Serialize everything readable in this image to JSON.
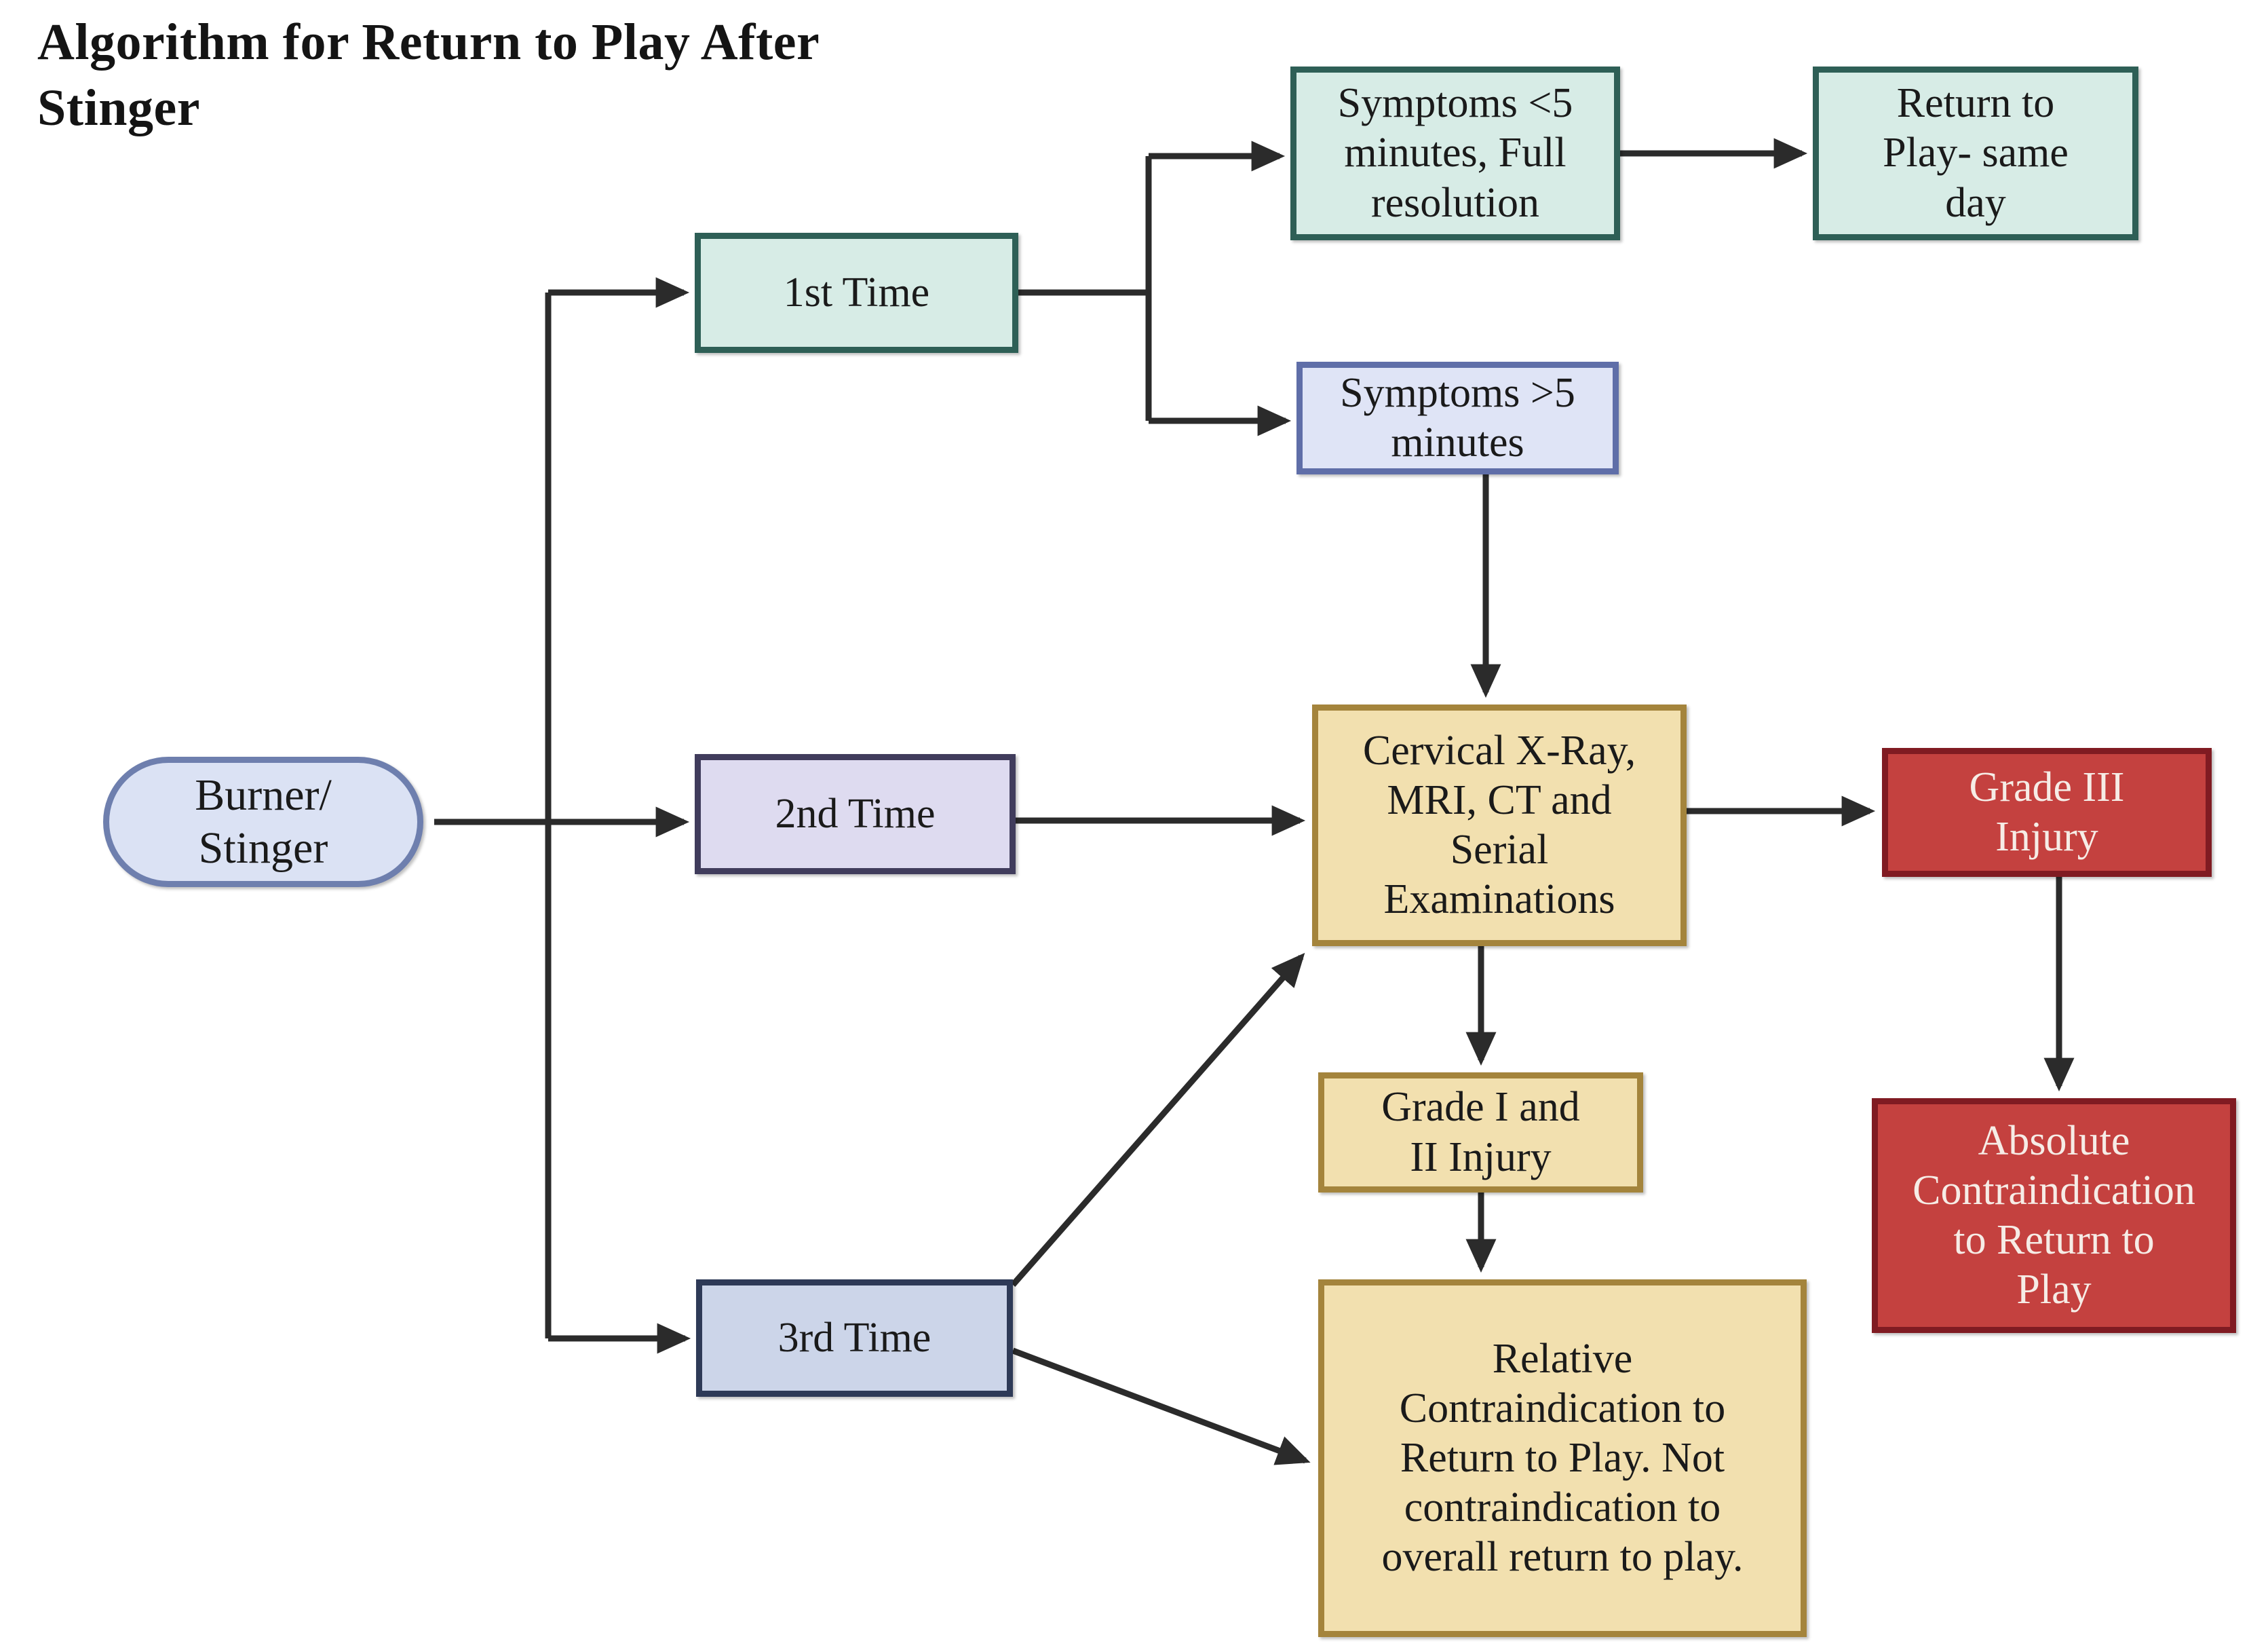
{
  "title": "Algorithm for Return to Play After\nStinger",
  "colors": {
    "ink": "#1a1a1a",
    "line": "#2b2b2b",
    "teal_fill": "#d7ece6",
    "teal_border": "#2e5f56",
    "periwinkle_fill": "#dfe4f6",
    "periwinkle_border": "#5f6ea8",
    "lavender_fill": "#dedbf0",
    "lavender_border": "#403c5c",
    "bluegray_fill": "#ccd5e9",
    "bluegray_border": "#2e3a57",
    "burner_fill": "#dbe2f4",
    "burner_border": "#6e7fae",
    "tan_fill": "#f2e0af",
    "tan_border": "#a4843c",
    "red_fill": "#c4413f",
    "red_border": "#801b22",
    "red_text": "#f6ece6"
  },
  "nodes": {
    "burner": {
      "label": "Burner/\nStinger"
    },
    "first_time": {
      "label": "1st Time"
    },
    "second_time": {
      "label": "2nd Time"
    },
    "third_time": {
      "label": "3rd Time"
    },
    "symptoms_lt5": {
      "label": "Symptoms <5\nminutes, Full\nresolution"
    },
    "return_same_day": {
      "label": "Return to\nPlay- same\nday"
    },
    "symptoms_gt5": {
      "label": "Symptoms >5\nminutes"
    },
    "cervical_workup": {
      "label": "Cervical X-Ray,\nMRI, CT and\nSerial\nExaminations"
    },
    "grade_iii": {
      "label": "Grade III\nInjury"
    },
    "absolute_contra": {
      "label": "Absolute\nContraindication\nto Return to\nPlay"
    },
    "grade_i_ii": {
      "label": "Grade I and\nII Injury"
    },
    "relative_contra": {
      "label": "Relative\nContraindication to\nReturn to Play. Not\ncontraindication to\noverall return to play."
    }
  }
}
